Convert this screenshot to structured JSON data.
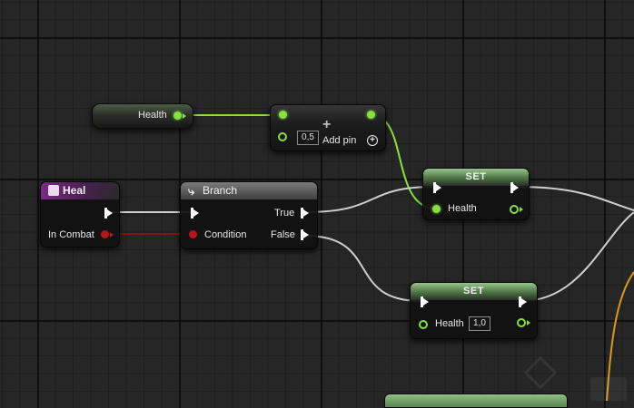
{
  "colors": {
    "boolean_pin": "#b41717",
    "float_pin": "#86e03f",
    "exec_pin": "#ffffff",
    "event_header": "#7b2a86",
    "set_header": "#4d7444"
  },
  "getter": {
    "label": "Health"
  },
  "add_node": {
    "operator_icon": "plus-icon",
    "value": "0,5",
    "add_pin_label": "Add pin",
    "add_pin_icon": "circle-plus-icon"
  },
  "event_node": {
    "title": "Heal",
    "icon": "event-icon",
    "pin_in_combat": "In Combat"
  },
  "branch_node": {
    "title": "Branch",
    "icon": "branch-icon",
    "pin_true": "True",
    "pin_false": "False",
    "pin_condition": "Condition"
  },
  "set_node_1": {
    "title": "SET",
    "pin_health": "Health"
  },
  "set_node_2": {
    "title": "SET",
    "pin_health": "Health",
    "value": "1,0"
  }
}
